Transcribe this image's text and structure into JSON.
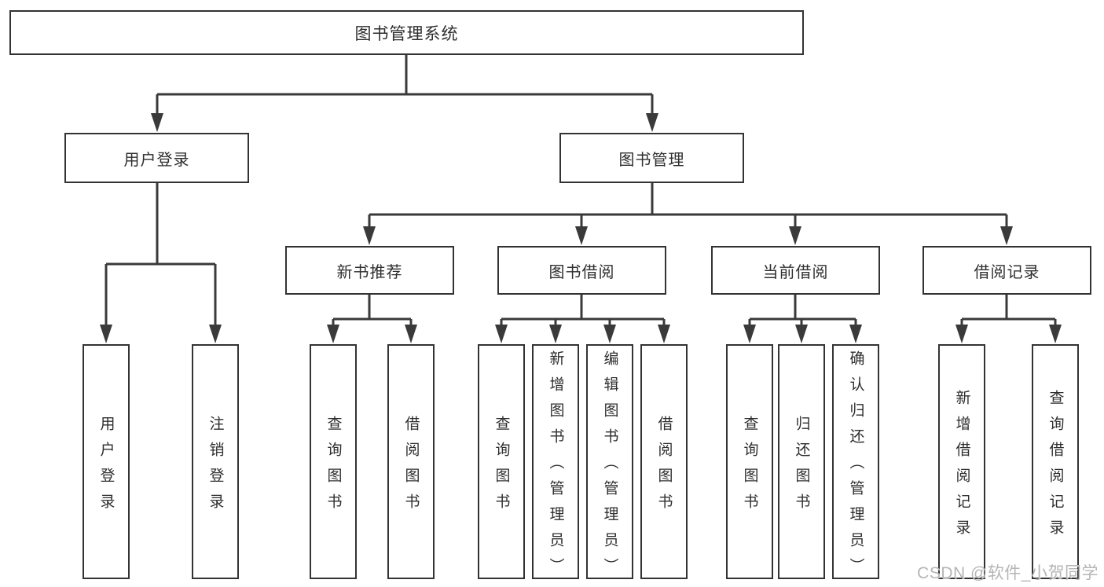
{
  "diagram": {
    "tree": {
      "label": "图书管理系统",
      "children": [
        {
          "label": "用户登录",
          "children": [
            {
              "label": "用户登录"
            },
            {
              "label": "注销登录"
            }
          ]
        },
        {
          "label": "图书管理",
          "children": [
            {
              "label": "新书推荐",
              "children": [
                {
                  "label": "查询图书"
                },
                {
                  "label": "借阅图书"
                }
              ]
            },
            {
              "label": "图书借阅",
              "children": [
                {
                  "label": "查询图书"
                },
                {
                  "label": "新增图书（管理员）"
                },
                {
                  "label": "编辑图书（管理员）"
                },
                {
                  "label": "借阅图书"
                }
              ]
            },
            {
              "label": "当前借阅",
              "children": [
                {
                  "label": "查询图书"
                },
                {
                  "label": "归还图书"
                },
                {
                  "label": "确认归还（管理员）"
                }
              ]
            },
            {
              "label": "借阅记录",
              "children": [
                {
                  "label": "新增借阅记录"
                },
                {
                  "label": "查询借阅记录"
                }
              ]
            }
          ]
        }
      ]
    },
    "colors": {
      "line": "#3a3a3a",
      "border": "#333333",
      "text": "#2e2e2e",
      "watermark": "#b5b5b5"
    }
  },
  "watermark": {
    "text": "CSDN @软件_小贺同学"
  }
}
